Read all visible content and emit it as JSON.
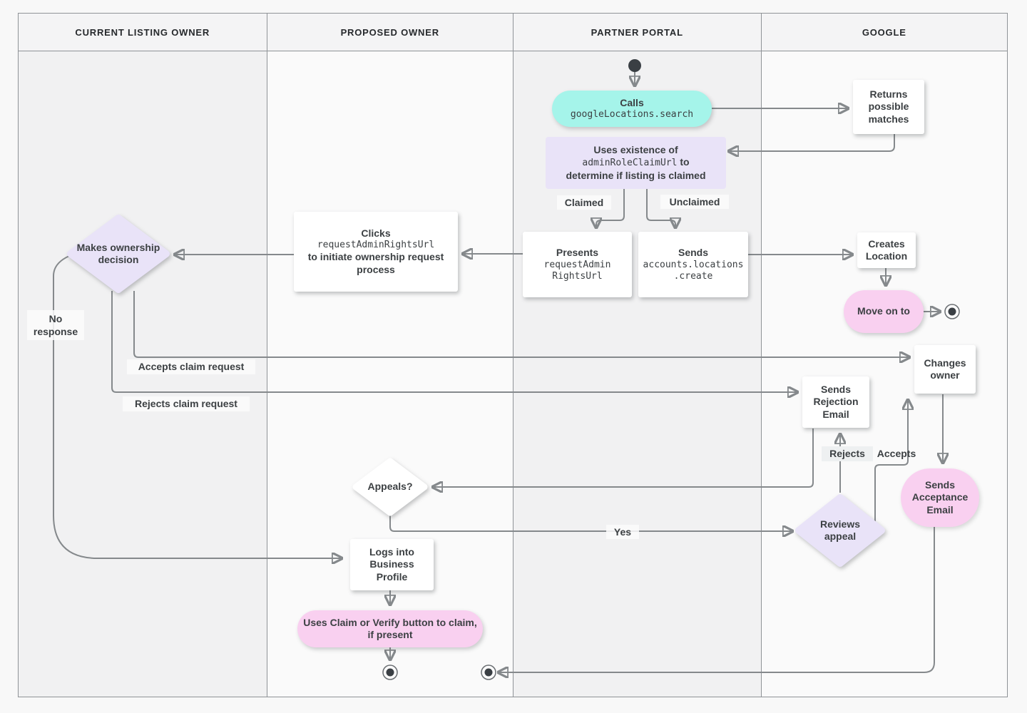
{
  "lanes": [
    {
      "label": "CURRENT LISTING OWNER"
    },
    {
      "label": "PROPOSED OWNER"
    },
    {
      "label": "PARTNER PORTAL"
    },
    {
      "label": "GOOGLE"
    }
  ],
  "nodes": {
    "calls": {
      "title": "Calls",
      "code": "googleLocations.search"
    },
    "returns_matches": {
      "label": "Returns possible matches"
    },
    "uses_existence": {
      "line1": "Uses existence of",
      "code": "adminRoleClaimUrl",
      "line2_suffix": " to",
      "line3": "determine if listing is claimed"
    },
    "presents": {
      "title": "Presents",
      "code_line1": "requestAdmin",
      "code_line2": "RightsUrl"
    },
    "sends_create": {
      "title": "Sends",
      "code_line1": "accounts.locations",
      "code_line2": ".create"
    },
    "clicks": {
      "title": "Clicks",
      "code": "requestAdminRightsUrl",
      "tail": "to initiate ownership request process"
    },
    "makes_decision": {
      "label": "Makes ownership decision"
    },
    "creates_location": {
      "label": "Creates Location"
    },
    "move_on": {
      "label": "Move on to"
    },
    "changes_owner": {
      "label": "Changes owner"
    },
    "sends_rejection": {
      "label": "Sends Rejection Email"
    },
    "reviews_appeal": {
      "label": "Reviews appeal"
    },
    "sends_acceptance": {
      "label": "Sends Acceptance Email"
    },
    "appeals": {
      "label": "Appeals?"
    },
    "logs_into": {
      "label": "Logs into Business Profile"
    },
    "uses_claim": {
      "label": "Uses Claim or Verify button to claim, if present"
    }
  },
  "edge_labels": {
    "claimed": "Claimed",
    "unclaimed": "Unclaimed",
    "no_response": "No response",
    "accepts_claim": "Accepts claim request",
    "rejects_claim": "Rejects claim request",
    "rejects": "Rejects",
    "accepts": "Accepts",
    "yes": "Yes"
  },
  "colors": {
    "teal": "#A5F4EA",
    "lavender": "#E9E3F8",
    "pink": "#F9D0F0",
    "line": "#85898C",
    "text": "#3C4043",
    "lane_gray": "#F1F1F2",
    "lane_light": "#FAFAFA"
  }
}
